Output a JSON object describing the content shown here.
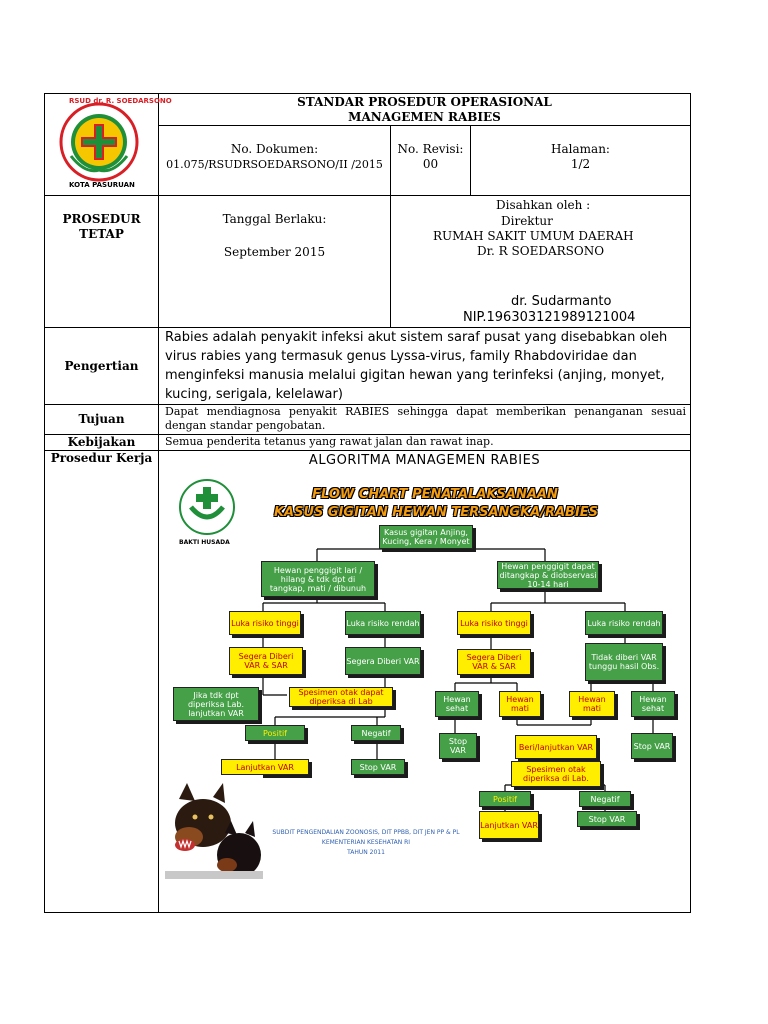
{
  "header": {
    "title_line1": "STANDAR PROSEDUR OPERASIONAL",
    "title_line2": "MANAGEMEN RABIES",
    "logo_text_top": "RSUD dr. R. SOEDARSONO",
    "logo_text_bottom": "KOTA PASURUAN",
    "no_dokumen_label": "No. Dokumen:",
    "no_dokumen_value": "01.075/RSUDRSOEDARSONO/II /2015",
    "no_revisi_label": "No. Revisi:",
    "no_revisi_value": "00",
    "halaman_label": "Halaman:",
    "halaman_value": "1/2"
  },
  "prosedur": {
    "label_line1": "PROSEDUR",
    "label_line2": "TETAP",
    "tanggal_label": "Tanggal Berlaku:",
    "tanggal_value": "September 2015",
    "disahkan_line1": "Disahkan oleh :",
    "disahkan_line2": "Direktur",
    "disahkan_line3": "RUMAH SAKIT UMUM DAERAH",
    "disahkan_line4": "Dr. R SOEDARSONO",
    "signer_name": "dr. Sudarmanto",
    "signer_nip": "NIP.196303121989121004"
  },
  "sections": {
    "pengertian_label": "Pengertian",
    "pengertian_text": "Rabies adalah penyakit infeksi akut sistem saraf pusat yang disebabkan oleh virus rabies yang termasuk genus Lyssa-virus, family Rhabdoviridae dan menginfeksi manusia melalui gigitan hewan yang terinfeksi (anjing, monyet, kucing, serigala, kelelawar)",
    "tujuan_label": "Tujuan",
    "tujuan_text": "Dapat mendiagnosa penyakit RABIES sehingga dapat memberikan penanganan sesuai dengan standar pengobatan.",
    "kebijakan_label": "Kebijakan",
    "kebijakan_text": "Semua penderita tetanus yang rawat jalan dan rawat inap.",
    "prosedur_kerja_label": "Prosedur Kerja",
    "algoritma_title": "ALGORITMA MANAGEMEN RABIES"
  },
  "flowchart": {
    "banner_line1": "FLOW CHART PENATALAKSANAAN",
    "banner_line2": "KASUS GIGITAN HEWAN TERSANGKA/RABIES",
    "bakti_husada": "BAKTI HUSADA",
    "root": "Kasus gigitan Anjing, Kucing, Kera / Monyet",
    "left_branch": "Hewan penggigit lari / hilang & tdk dpt di tangkap, mati / dibunuh",
    "right_branch": "Hewan penggigit dapat ditangkap & diobservasi 10-14 hari",
    "luka_tinggi_left": "Luka risiko tinggi",
    "luka_rendah_left": "Luka risiko rendah",
    "luka_tinggi_right": "Luka risiko tinggi",
    "luka_rendah_right": "Luka risiko rendah",
    "segera_var_sar_left": "Segera Diberi VAR & SAR",
    "segera_var_left": "Segera Diberi VAR",
    "segera_var_sar_right": "Segera Diberi VAR & SAR",
    "tidak_diberi_var": "Tidak diberi VAR tunggu hasil Obs.",
    "jika_tdk": "Jika tdk dpt diperiksa Lab. lanjutkan VAR",
    "spesimen_left": "Spesimen otak dapat diperiksa di Lab",
    "hewan_sehat_1": "Hewan sehat",
    "hewan_mati_1": "Hewan mati",
    "hewan_mati_2": "Hewan mati",
    "hewan_sehat_2": "Hewan sehat",
    "positif_left": "Positif",
    "negatif_left": "Negatif",
    "stop_var_1": "Stop VAR",
    "beri_lanjutkan": "Beri/lanjutkan VAR",
    "stop_var_2": "Stop VAR",
    "lanjutkan_var_left": "Lanjutkan VAR",
    "stop_var_left": "Stop VAR",
    "spesimen_right": "Spesimen otak diperiksa di Lab.",
    "positif_right": "Positif",
    "negatif_right": "Negatif",
    "lanjutkan_var_right": "Lanjutkan VAR",
    "stop_var_right": "Stop VAR",
    "credit_line1": "SUBDIT PENGENDALIAN ZOONOSIS, DIT PPBB, DIT JEN PP & PL",
    "credit_line2": "KEMENTERIAN KESEHATAN RI",
    "credit_line3": "TAHUN 2011"
  },
  "colors": {
    "box_green": "#46a048",
    "box_yellow": "#ffee00",
    "banner_orange": "#f39c12",
    "logo_red": "#d81f26",
    "logo_green": "#1f8f3a"
  }
}
